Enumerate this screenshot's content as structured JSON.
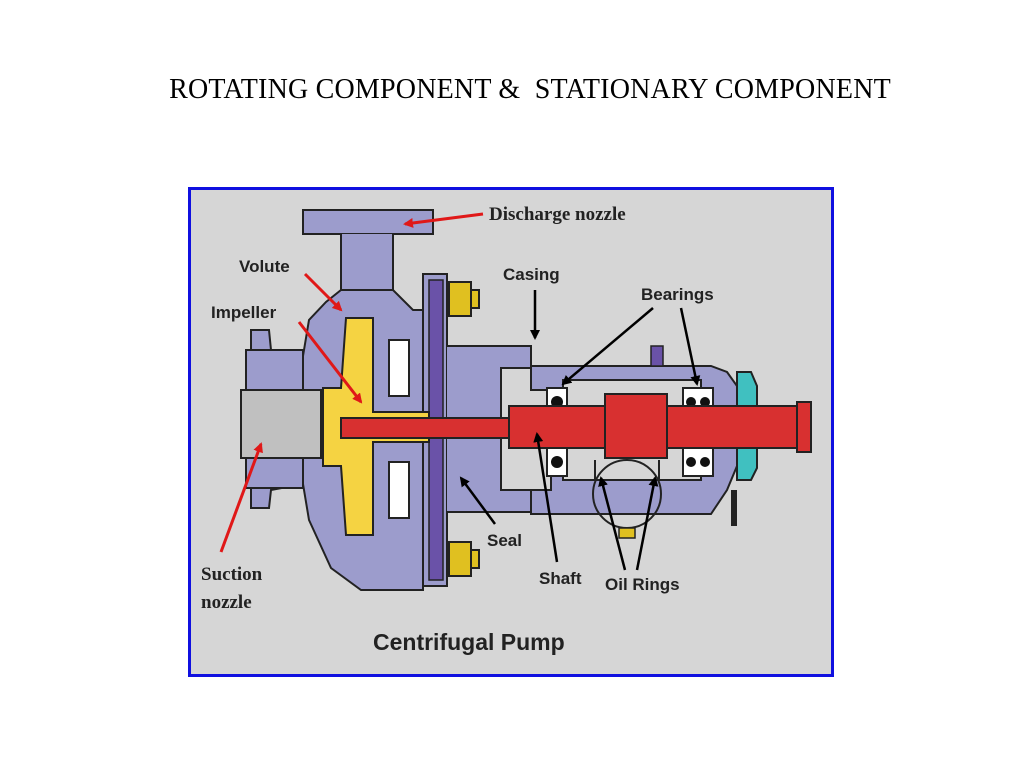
{
  "slide": {
    "title": "ROTATING COMPONENT &  STATIONARY COMPONENT"
  },
  "diagram": {
    "caption": "Centrifugal Pump",
    "labels": {
      "discharge_nozzle": "Discharge nozzle",
      "volute": "Volute",
      "impeller": "Impeller",
      "casing": "Casing",
      "bearings": "Bearings",
      "seal": "Seal",
      "shaft": "Shaft",
      "oil_rings": "Oil Rings",
      "suction_line1": "Suction",
      "suction_line2": "nozzle"
    },
    "colors": {
      "frame_border": "#1010e0",
      "background": "#d6d6d6",
      "casing": "#9c9ccc",
      "impeller": "#f5d342",
      "shaft": "#d83030",
      "seal_plate": "#6a52a8",
      "bolt": "#e0c020",
      "bearing_cover": "#40c0c0",
      "red_arrow": "#e01818",
      "black_arrow": "#000000"
    }
  }
}
